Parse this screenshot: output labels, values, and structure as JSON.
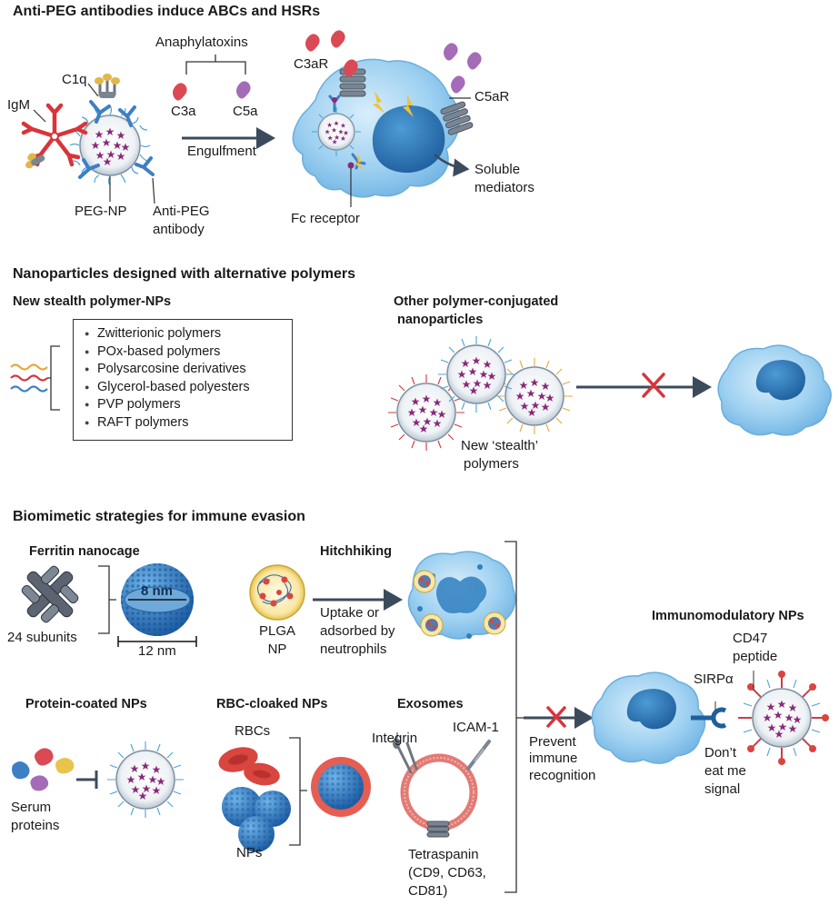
{
  "section1": {
    "heading": "Anti-PEG antibodies induce ABCs and HSRs",
    "anaphylatoxins": "Anaphylatoxins",
    "c3a": "C3a",
    "c5a": "C5a",
    "c3ar": "C3aR",
    "c5ar": "C5aR",
    "c1q": "C1q",
    "igm": "IgM",
    "engulfment": "Engulfment",
    "peg_np": "PEG-NP",
    "anti_peg_1": "Anti-PEG",
    "anti_peg_2": "antibody",
    "fc_receptor": "Fc receptor",
    "soluble_1": "Soluble",
    "soluble_2": "mediators"
  },
  "section2": {
    "heading": "Nanoparticles designed with alternative polymers",
    "stealth_title": "New stealth polymer-NPs",
    "polymers": [
      "Zwitterionic polymers",
      "POx-based polymers",
      "Polysarcosine derivatives",
      "Glycerol-based polyesters",
      "PVP polymers",
      "RAFT polymers"
    ],
    "other_title_1": "Other polymer-conjugated",
    "other_title_2": "nanoparticles",
    "new_stealth_1": "New ‘stealth’",
    "new_stealth_2": "polymers"
  },
  "section3": {
    "heading": "Biomimetic strategies for immune evasion",
    "ferritin": "Ferritin nanocage",
    "subunits": "24 subunits",
    "nm8": "8 nm",
    "nm12": "12 nm",
    "hitchhiking": "Hitchhiking",
    "plga_1": "PLGA",
    "plga_2": "NP",
    "uptake_1": "Uptake or",
    "uptake_2": "adsorbed by",
    "uptake_3": "neutrophils",
    "protein_coated": "Protein-coated NPs",
    "serum_1": "Serum",
    "serum_2": "proteins",
    "rbc_cloaked": "RBC-cloaked NPs",
    "rbcs": "RBCs",
    "nps": "NPs",
    "exosomes": "Exosomes",
    "integrin": "Integrin",
    "icam": "ICAM-1",
    "tetra_1": "Tetraspanin",
    "tetra_2": "(CD9, CD63,",
    "tetra_3": "CD81)",
    "prevent_1": "Prevent",
    "prevent_2": "immune",
    "prevent_3": "recognition",
    "immunomod": "Immunomodulatory NPs",
    "cd47_1": "CD47",
    "cd47_2": "peptide",
    "sirpa": "SIRPα",
    "dont_1": "Don’t",
    "dont_2": "eat me",
    "dont_3": "signal"
  },
  "colors": {
    "cell": "#8ec8ee",
    "nucleus": "#2f7fbf",
    "np_core": "#8a2a7a",
    "peg": "#4aa3d6",
    "antibody": "#3d7fc4",
    "igm": "#d9343a",
    "cross": "#d9343a",
    "arrow": "#3c4b5c",
    "rbc": "#d9453f",
    "c5a": "#a46cb8"
  }
}
